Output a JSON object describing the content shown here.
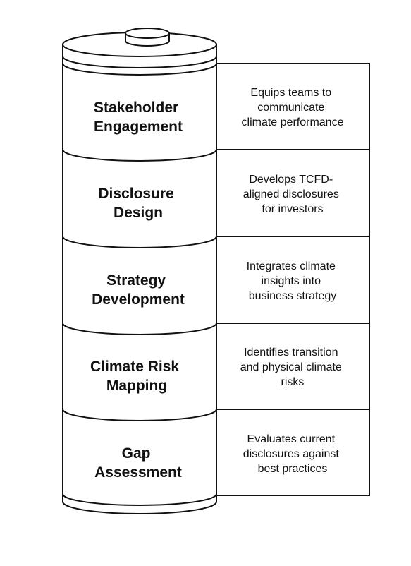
{
  "layers": [
    {
      "title_lines": [
        "Stakeholder",
        "Engagement"
      ],
      "desc_lines": [
        "Equips teams to",
        "communicate",
        "climate performance"
      ]
    },
    {
      "title_lines": [
        "Disclosure",
        "Design"
      ],
      "desc_lines": [
        "Develops TCFD-",
        "aligned disclosures",
        "for investors"
      ]
    },
    {
      "title_lines": [
        "Strategy",
        "Development"
      ],
      "desc_lines": [
        "Integrates climate",
        "insights into",
        "business strategy"
      ]
    },
    {
      "title_lines": [
        "Climate Risk",
        "Mapping"
      ],
      "desc_lines": [
        "Identifies transition",
        "and physical climate",
        "risks"
      ]
    },
    {
      "title_lines": [
        "Gap",
        "Assessment"
      ],
      "desc_lines": [
        "Evaluates current",
        "disclosures against",
        "best practices"
      ]
    }
  ]
}
